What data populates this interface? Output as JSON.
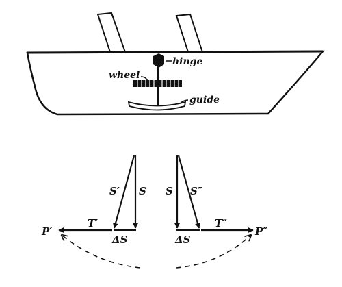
{
  "labels": {
    "hinge": "hinge",
    "wheel": "wheel",
    "guide": "guide",
    "left": {
      "s_prime": "S′",
      "s": "S",
      "t_prime": "T′",
      "p_prime": "P′",
      "delta_s": "ΔS"
    },
    "right": {
      "s": "S",
      "s_double_prime": "S″",
      "t_double_prime": "T″",
      "p_double_prime": "P″",
      "delta_s": "ΔS"
    }
  },
  "colors": {
    "ink": "#111111",
    "background": "#ffffff"
  }
}
